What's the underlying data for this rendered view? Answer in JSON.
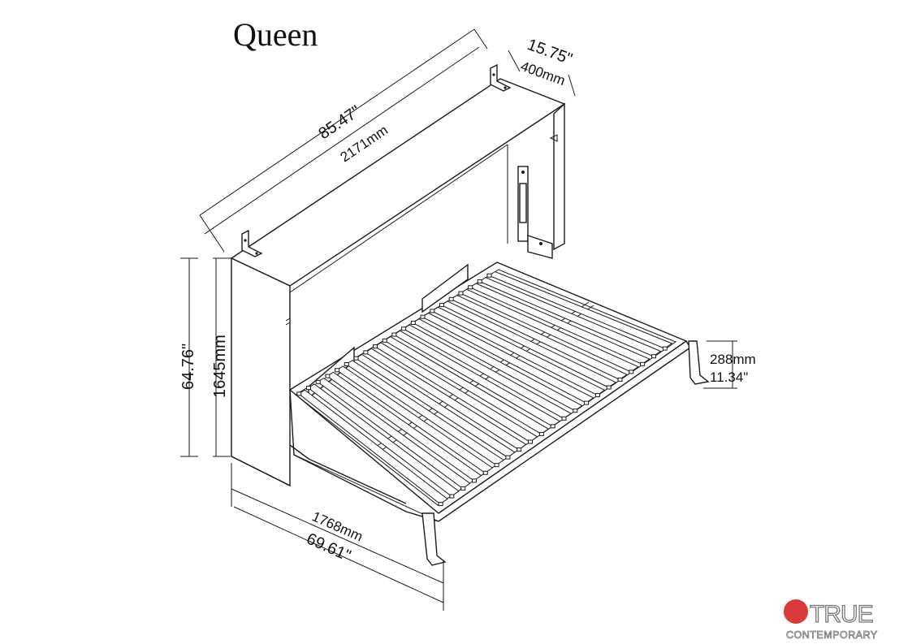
{
  "title": "Queen",
  "dimensions": {
    "width_in": "85.47\"",
    "width_mm": "2171mm",
    "depth_in": "15.75\"",
    "depth_mm": "400mm",
    "height_in": "64.76\"",
    "height_mm": "1645mm",
    "open_length_mm": "1768mm",
    "open_length_in": "69.61\"",
    "leg_height_mm": "288mm",
    "leg_height_in": "11.34\""
  },
  "logo": {
    "brand_top": "TRUE",
    "brand_bottom": "CONTEMPORARY",
    "dot_color": "#d93a3a",
    "outline_color": "#777777"
  }
}
